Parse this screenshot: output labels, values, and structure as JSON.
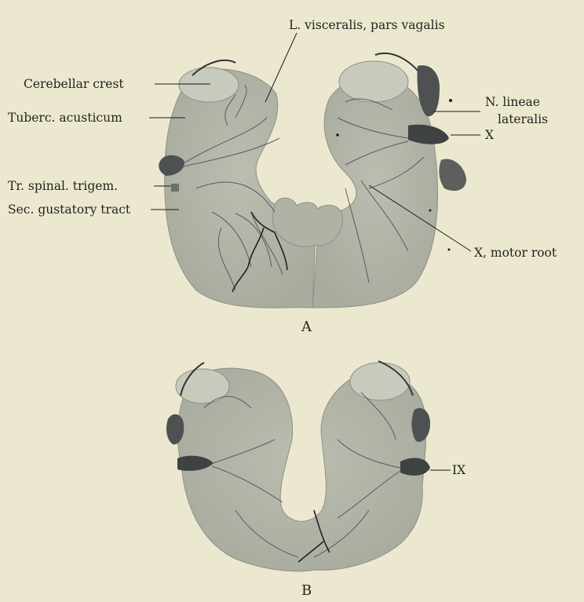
{
  "figure": {
    "panel_a": {
      "letter": "A",
      "labels": {
        "visceralis": "L. visceralis, pars vagalis",
        "cerebellar_crest": "Cerebellar crest",
        "tuberc_acusticum": "Tuberc. acusticum",
        "tr_spinal": "Tr. spinal. trigem.",
        "sec_gustatory": "Sec. gustatory tract",
        "n_lineae_1": "N. lineae",
        "n_lineae_2": "lateralis",
        "x": "X",
        "x_motor": "X, motor root"
      }
    },
    "panel_b": {
      "letter": "B",
      "labels": {
        "ix": "IX"
      }
    },
    "colors": {
      "background": "#ece8cf",
      "tissue": "#b4b6a9",
      "tissue_light": "#c7c8bc",
      "nerve_dark": "#4d5151",
      "ink": "#1a1a1a"
    }
  }
}
